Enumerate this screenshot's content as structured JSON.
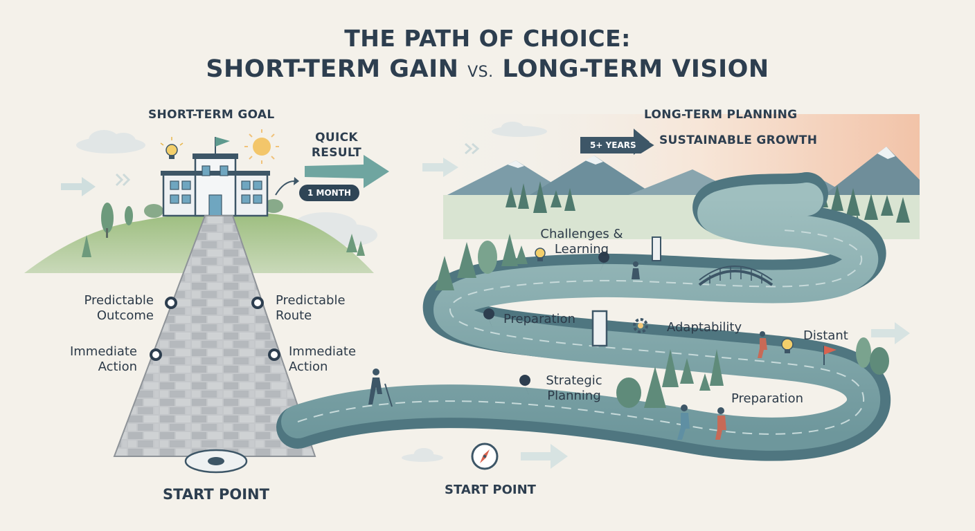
{
  "title": {
    "line1": "THE PATH OF CHOICE:",
    "line2a": "SHORT-TERM GAIN ",
    "line2vs": "VS.",
    "line2b": " LONG-TERM VISION"
  },
  "short_term": {
    "heading": "SHORT-TERM GOAL",
    "quick_result_1": "QUICK",
    "quick_result_2": "RESULT",
    "duration": "1 MONTH",
    "left_labels": [
      "Predictable\nOutcome",
      "Immediate\nAction"
    ],
    "right_labels": [
      "Predictable\nRoute",
      "Immediate\nAction"
    ],
    "start": "START POINT"
  },
  "long_term": {
    "heading": "LONG-TERM PLANNING",
    "duration": "5+ YEARS",
    "goal": "SUSTAINABLE GROWTH",
    "milestones": {
      "challenges": "Challenges &\nLearning",
      "preparation_top": "Preparation",
      "adaptability": "Adaptability",
      "distant": "Distant",
      "strategic": "Strategic\nPlanning",
      "preparation_bottom": "Preparation"
    },
    "start": "START POINT"
  },
  "colors": {
    "background": "#f4f1ea",
    "road": "#7ea3a5",
    "road_dark": "#4f7680",
    "hill": "#8fb07a",
    "stone": "#b9bcc0",
    "arrow": "#6fa5a0",
    "dark": "#2d3e4f"
  }
}
